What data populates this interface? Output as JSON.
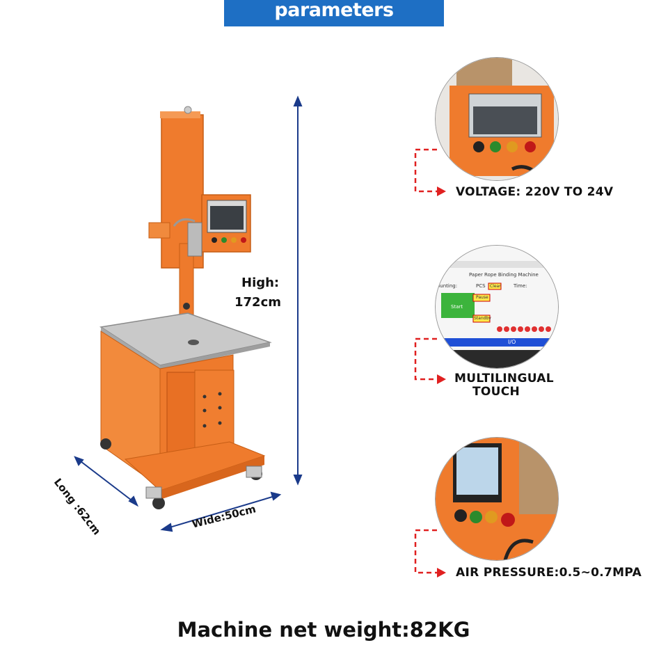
{
  "banner": {
    "title": "parameters"
  },
  "dimensions": {
    "high_line1": "High:",
    "high_line2": "172cm",
    "wide": "Wide:50cm",
    "long": "Long :62cm"
  },
  "features": [
    {
      "label": "VOLTAGE: 220V TO 24V"
    },
    {
      "label_line1": "MULTILINGUAL",
      "label_line2": "TOUCH"
    },
    {
      "label": "AIR PRESSURE:0.5~0.7MPA"
    }
  ],
  "touch_screen": {
    "title": "Paper Rope Binding Machine",
    "counting": "ounting:",
    "pcs": "PCS",
    "clear": "Clear",
    "time": "Time:",
    "pause": "Pause",
    "start": "Start",
    "standby": "Standby",
    "io": "I/O"
  },
  "footer": {
    "weight": "Machine net weight:82KG"
  },
  "colors": {
    "banner": "#1e6fc4",
    "machine": "#f07a2c",
    "dim_line": "#1a3a8a",
    "pointer": "#e02020"
  }
}
